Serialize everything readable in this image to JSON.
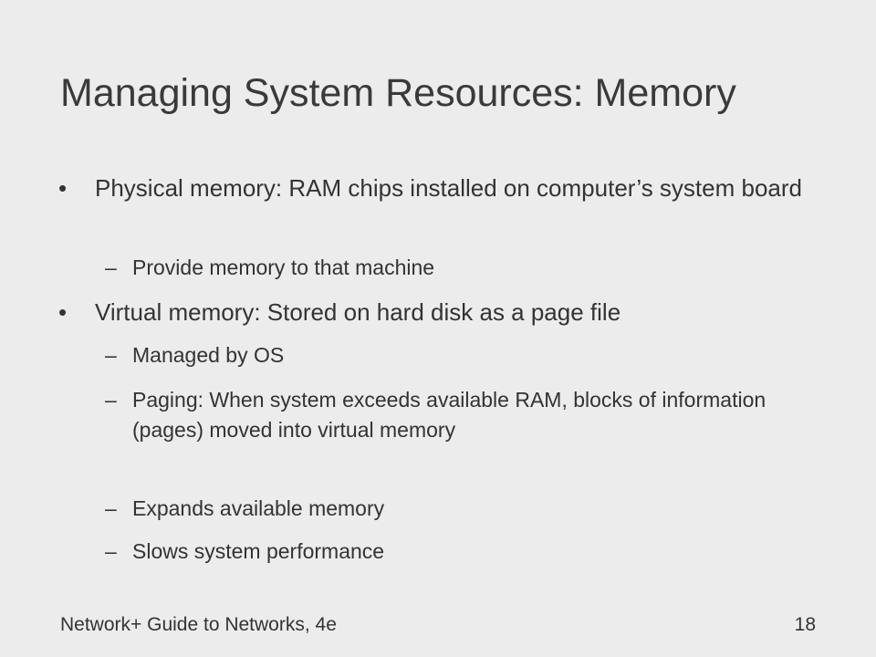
{
  "slide": {
    "title": "Managing System Resources: Memory",
    "bullets": [
      {
        "symbol": "•",
        "text": "Physical memory: RAM chips installed on computer’s system board",
        "subs": [
          {
            "symbol": "–",
            "text": "Provide memory to that machine"
          }
        ]
      },
      {
        "symbol": "•",
        "text": "Virtual memory: Stored on hard disk as a page file",
        "subs": [
          {
            "symbol": "–",
            "text": "Managed by OS"
          },
          {
            "symbol": "–",
            "text": "Paging: When system exceeds available RAM, blocks of information (pages) moved into virtual memory"
          },
          {
            "symbol": "–",
            "text": "Expands available memory"
          },
          {
            "symbol": "–",
            "text": "Slows system performance"
          }
        ]
      }
    ],
    "footer": {
      "left": "Network+ Guide to Networks, 4e",
      "page_number": "18"
    }
  }
}
